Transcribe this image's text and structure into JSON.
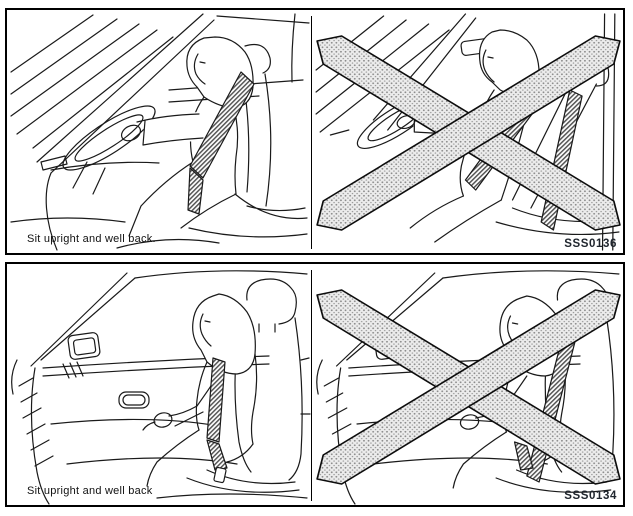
{
  "colors": {
    "border": "#000000",
    "line": "#1a1a1a",
    "belt_hatch": "#555555",
    "x_dot": "#8a8a8a",
    "x_fill": "#ececec",
    "background": "#ffffff"
  },
  "panels": [
    {
      "name": "driver-seating-position",
      "code": "SSS0136",
      "left": {
        "caption": "Sit upright and well back.",
        "illustration": "driver-correct-upright"
      },
      "right": {
        "illustration": "driver-reclined-crossed-out"
      }
    },
    {
      "name": "passenger-seating-position",
      "code": "SSS0134",
      "left": {
        "caption": "Sit upright and well back",
        "illustration": "passenger-correct-upright"
      },
      "right": {
        "illustration": "passenger-belt-misuse-crossed-out"
      }
    }
  ]
}
